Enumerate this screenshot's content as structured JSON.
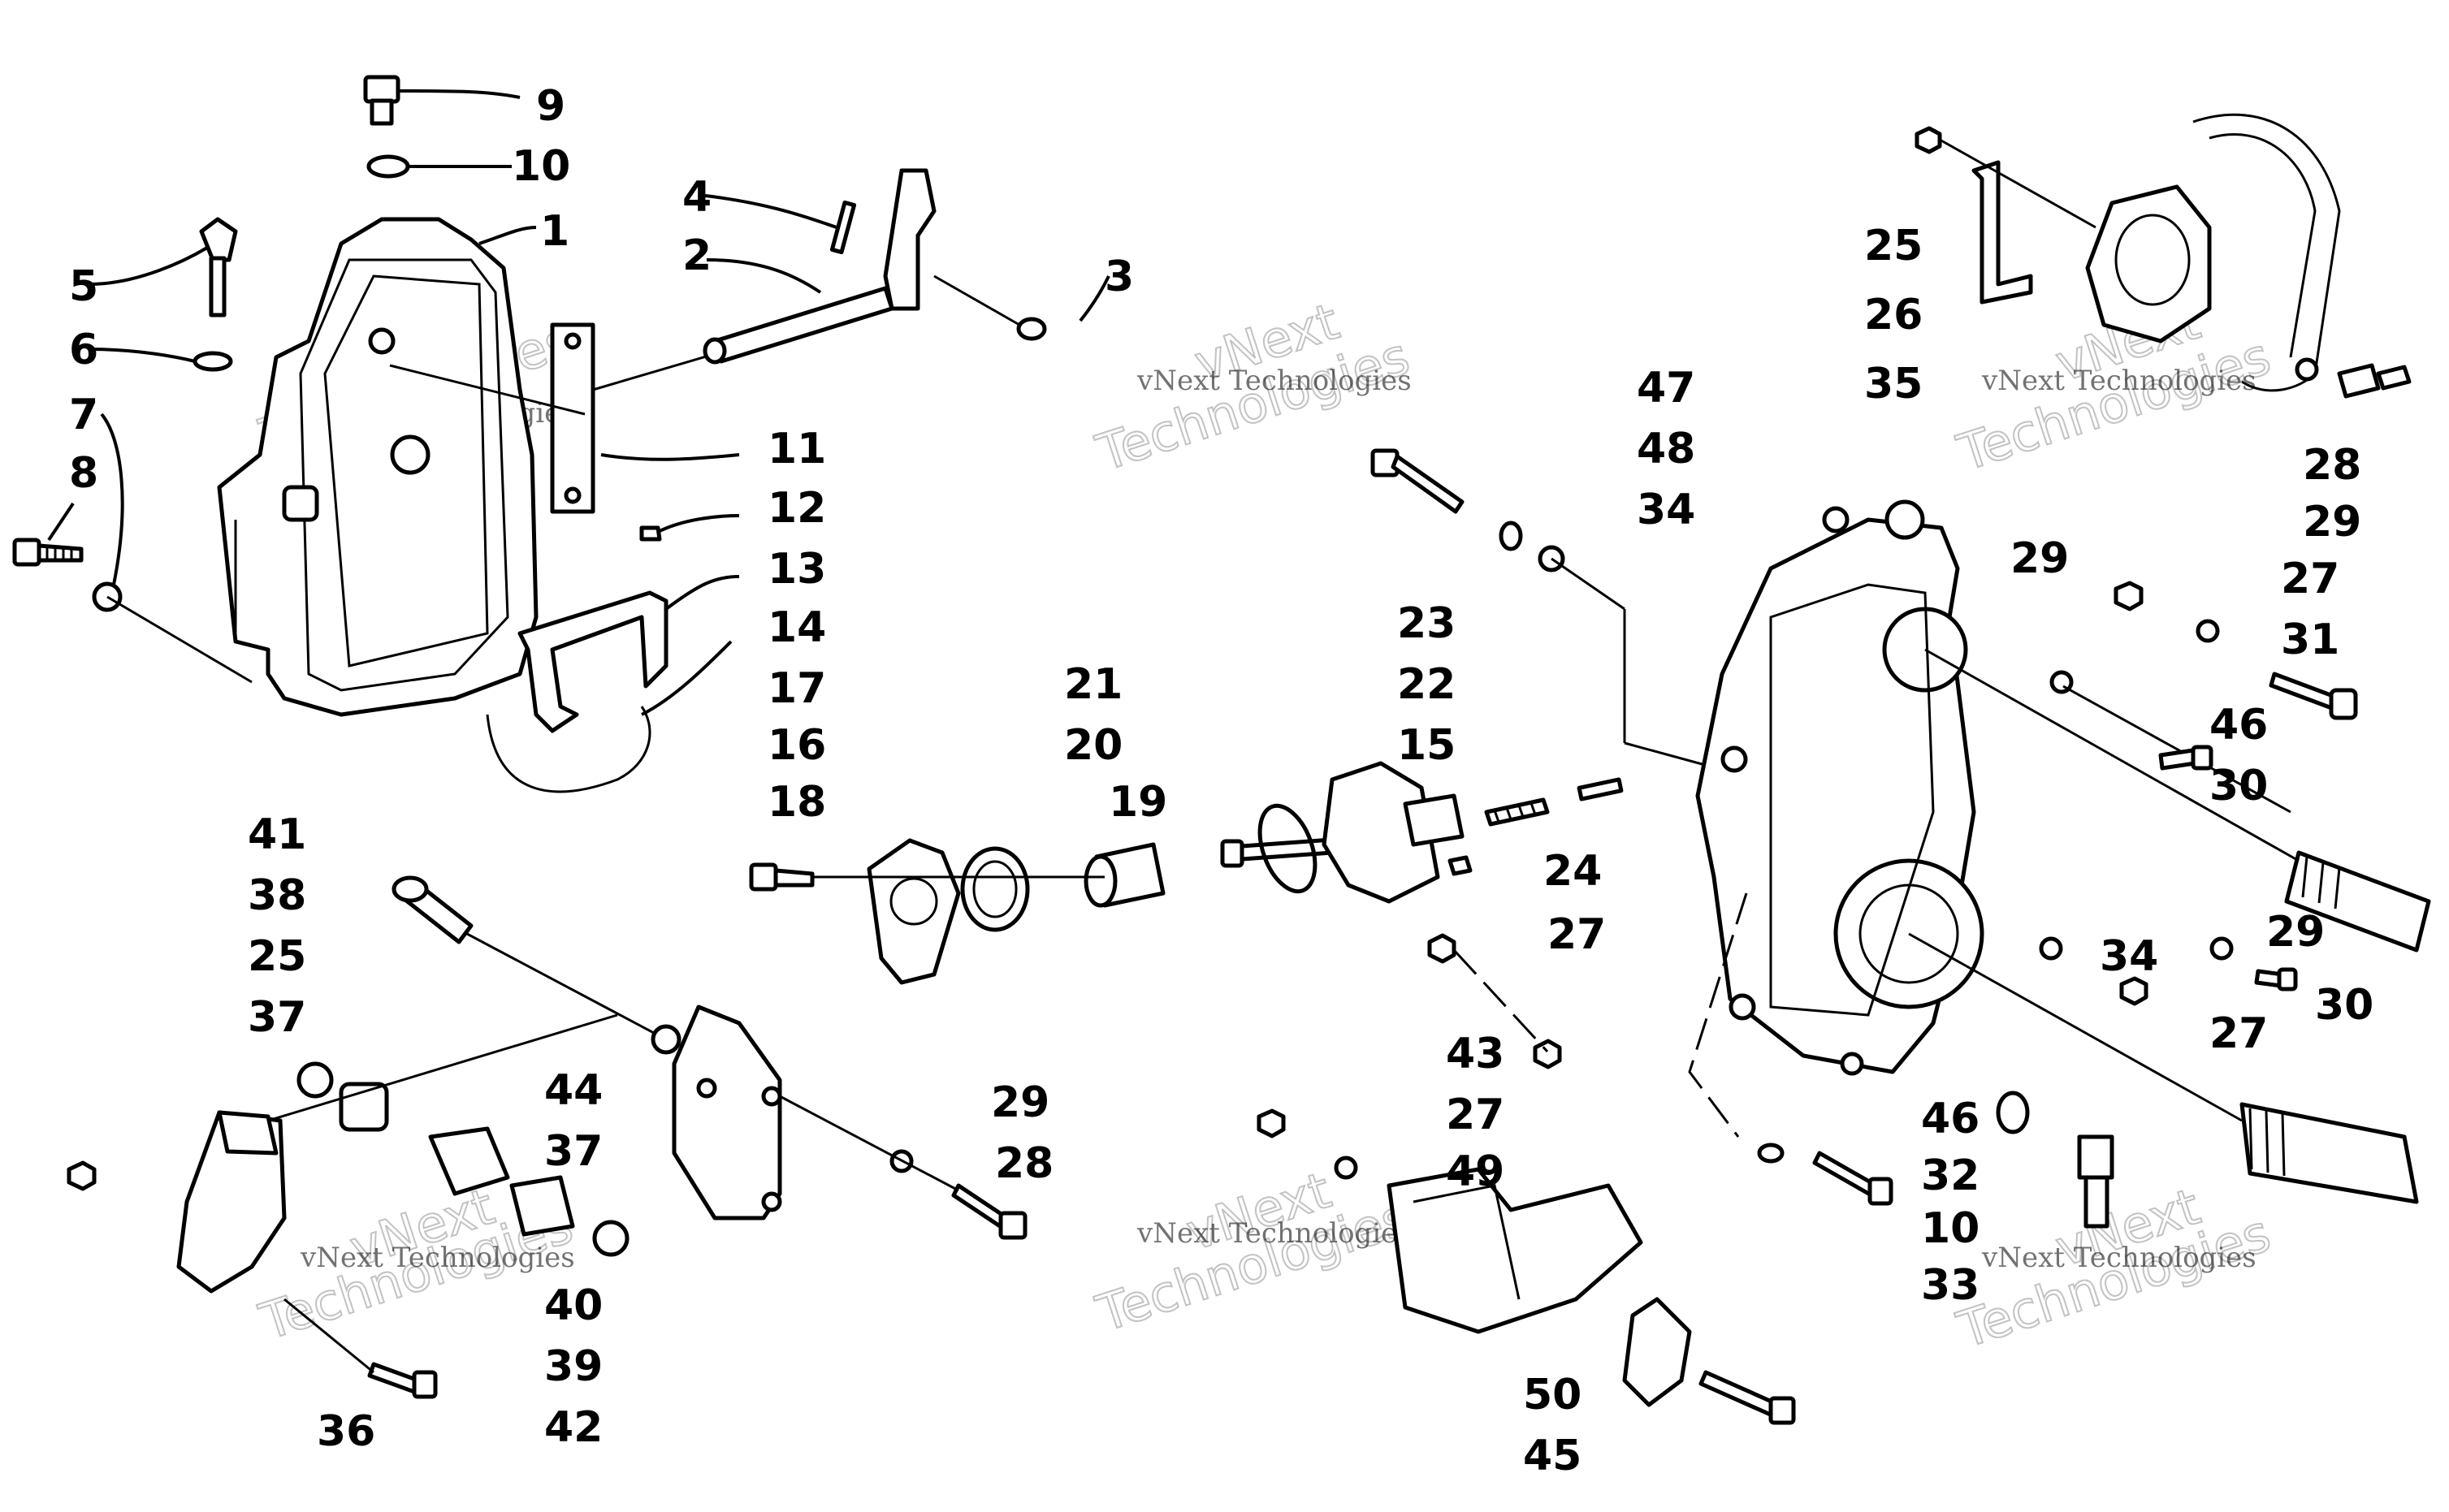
{
  "watermarks": [
    {
      "small": "vNext Technologies",
      "big": "vNext",
      "big2": "Technologies"
    },
    {
      "small": "vNext Technologies",
      "big": "vNext",
      "big2": "Technologies"
    },
    {
      "small": "vNext Technologies",
      "big": "vNext",
      "big2": "Technologies"
    },
    {
      "small": "vNext Technologies",
      "big": "vNext",
      "big2": "Technologies"
    },
    {
      "small": "vNext Technologies",
      "big": "vNext",
      "big2": "Technologies"
    }
  ],
  "callouts": [
    "9",
    "10",
    "1",
    "4",
    "2",
    "3",
    "5",
    "6",
    "7",
    "8",
    "11",
    "12",
    "13",
    "14",
    "25",
    "26",
    "35",
    "47",
    "48",
    "34",
    "28",
    "29",
    "29",
    "27",
    "31",
    "46",
    "30",
    "23",
    "22",
    "15",
    "21",
    "20",
    "19",
    "18",
    "17",
    "16",
    "24",
    "27",
    "43",
    "41",
    "38",
    "25",
    "37",
    "44",
    "29",
    "28",
    "37",
    "40",
    "39",
    "36",
    "42",
    "27",
    "49",
    "50",
    "45",
    "34",
    "29",
    "30",
    "27",
    "46",
    "32",
    "10",
    "33"
  ]
}
